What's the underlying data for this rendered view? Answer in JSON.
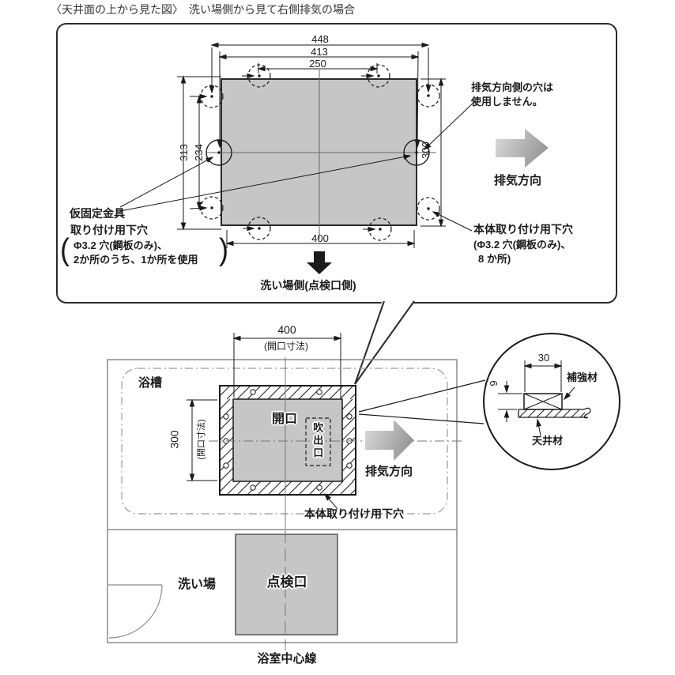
{
  "title": "〈天井面の上から見た図〉　洗い場側から見て右側排気の場合",
  "top_view": {
    "dim_448": "448",
    "dim_413": "413",
    "dim_250": "250",
    "dim_313": "313",
    "dim_234": "234",
    "dim_300": "300",
    "dim_400": "400",
    "unused_note_line1": "排気方向側の穴は",
    "unused_note_line2": "使用しません。",
    "exhaust_direction": "排気方向",
    "washing_side": "洗い場側(点検口側)",
    "temp_fix_line1": "仮固定金具",
    "temp_fix_line2": "取り付け用下穴",
    "temp_fix_line3": "Φ3.2 穴(鋼板のみ)、",
    "temp_fix_line4": "2か所のうち、1か所を使用",
    "paren_open": "(",
    "paren_close": ")",
    "body_hole_line1": "本体取り付け用下穴",
    "body_hole_line2": "(Φ3.2 穴(鋼板のみ)、",
    "body_hole_line3": "8 か所)"
  },
  "plan_view": {
    "bathtub": "浴槽",
    "opening_width": "400",
    "opening_width_note": "(開口寸法)",
    "opening_height": "300",
    "opening_height_note": "(開口寸法)",
    "opening": "開口",
    "outlet": "吹出口",
    "exhaust_direction": "排気方向",
    "pilot_holes": "本体取り付け用下穴",
    "washing_area": "洗い場",
    "inspection_port": "点検口",
    "center_line": "浴室中心線"
  },
  "detail_view": {
    "dim_30": "30",
    "dim_9": "9",
    "reinforcement": "補強材",
    "ceiling_material": "天井材"
  },
  "colors": {
    "panel_gray": "#c6c6c6",
    "line_black": "#1a1a1a",
    "room_gray": "#8c8c8c",
    "arrow_light": "#dcdcdc",
    "arrow_dark": "#999999"
  }
}
